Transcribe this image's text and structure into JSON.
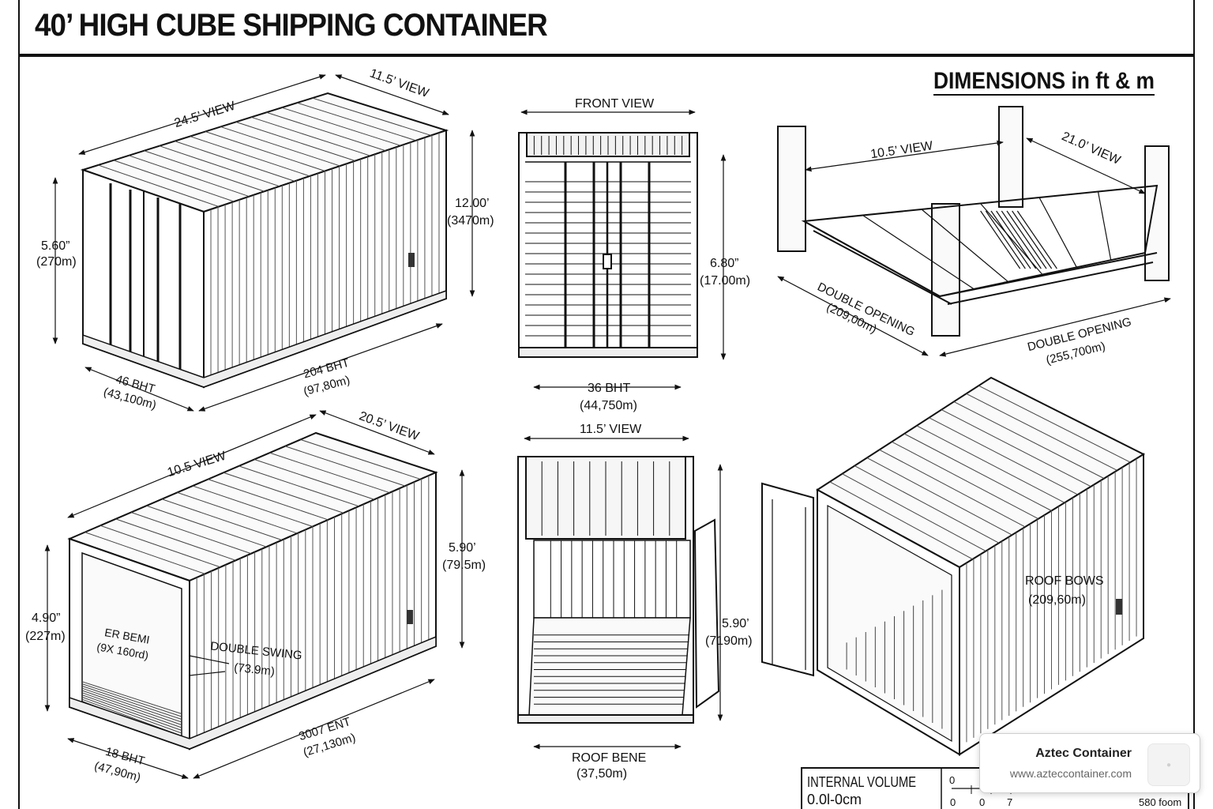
{
  "title": "40’ HIGH CUBE SHIPPING CONTAINER",
  "subtitle": "DIMENSIONS in ft & m",
  "views": {
    "iso_closed": {
      "top_left": "24.5’ VIEW",
      "top_right": "11.5’ VIEW",
      "height_ft": "5.60”",
      "height_m": "(270m)",
      "right_ft": "12.00’",
      "right_m": "(3470m)",
      "bottom_len_ft": "204 BHT",
      "bottom_len_m": "(97,80m)",
      "bottom_w_ft": "46 BHT",
      "bottom_w_m": "(43,100m)"
    },
    "front": {
      "label": "FRONT VIEW",
      "height_ft": "6.80”",
      "height_m": "(17.00m)",
      "width_ft": "36 BHT",
      "width_m": "(44,750m)"
    },
    "frame": {
      "top_left": "10.5’ VIEW",
      "top_right": "21.0’ VIEW",
      "left_open": "DOUBLE OPENING",
      "left_open_m": "(209,00m)",
      "right_open": "DOUBLE OPENING",
      "right_open_m": "(255,700m)"
    },
    "iso_open": {
      "top_left": "10.5 VIEW",
      "top_right": "20.5’ VIEW",
      "height_ft": "4.90”",
      "height_m": "(227m)",
      "right_ft": "5.90’",
      "right_m": "(79.5m)",
      "beam": "ER BEMI",
      "beam_m": "(9X 160rd)",
      "swing": "DOUBLE SWING",
      "swing_m": "(73.9m)",
      "bottom_len_ft": "3007 ENT",
      "bottom_len_m": "(27,130m)",
      "bottom_w_ft": "18 BHT",
      "bottom_w_m": "(47,90m)"
    },
    "end_open": {
      "label": "11.5’ VIEW",
      "height_ft": "5.90’",
      "height_m": "(7190m)",
      "bottom": "ROOF BENE",
      "bottom_m": "(37,50m)"
    },
    "iso_door": {
      "roof": "ROOF BOWS",
      "roof_m": "(209,60m)"
    }
  },
  "volume": {
    "label": "INTERNAL VOLUME",
    "value": "0.0l-0cm",
    "scale_0": "0",
    "ticks": [
      "0",
      "0",
      "7"
    ],
    "scale_end": "580 foom"
  },
  "toast": {
    "name": "Aztec Container",
    "url": "www.azteccontainer.com"
  }
}
